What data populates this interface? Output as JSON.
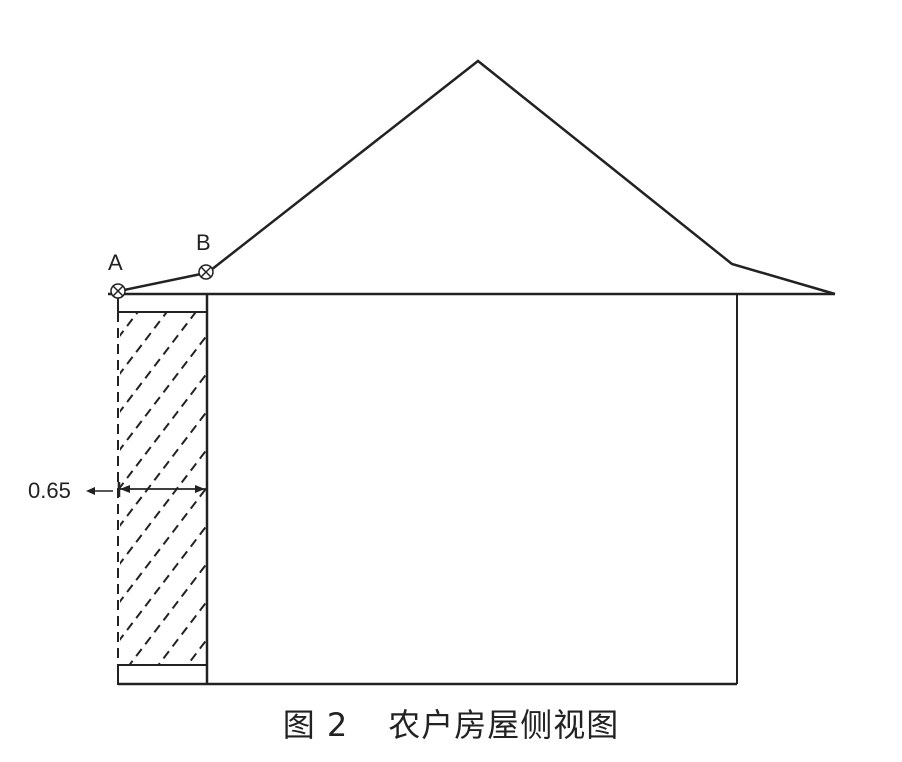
{
  "diagram": {
    "point_a_label": "A",
    "point_b_label": "B",
    "dimension_label": "0.65",
    "caption_number": "图 2",
    "caption_text": "农户房屋侧视图",
    "line_color": "#222222"
  }
}
